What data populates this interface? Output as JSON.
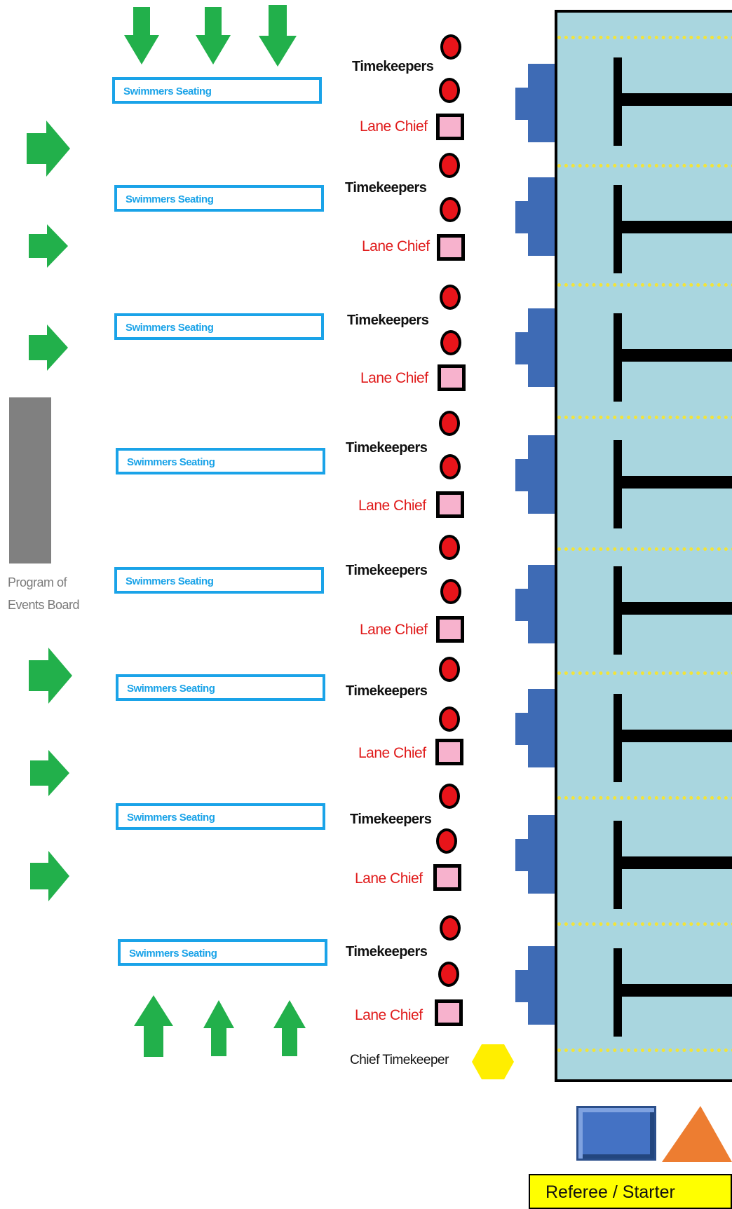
{
  "seating_label": "Swimmers Seating",
  "timekeepers_label": "Timekeepers",
  "lane_chief_label": "Lane Chief",
  "program_board_label": "Program of Events Board",
  "chief_timekeeper_label": "Chief Timekeeper",
  "referee_label": "Referee / Starter",
  "colors": {
    "arrow": "#22b04b",
    "seating": "#1aa3e8",
    "timekeeper_dot": "#e8141a",
    "lane_chief_box": "#f7b2cd",
    "block": "#3e6bb5",
    "pool": "#a9d6df",
    "lane_rope": "#f2e43a",
    "board": "#808080",
    "chief_timekeeper": "#ffee00",
    "referee_box": "#ffff00",
    "starter_triangle": "#ed7d31"
  }
}
